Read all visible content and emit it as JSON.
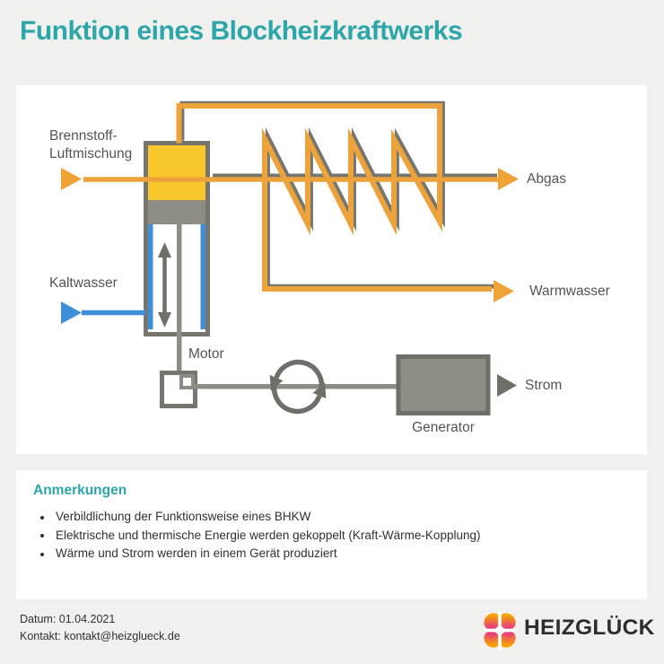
{
  "page": {
    "title": "Funktion eines Blockheizkraftwerks"
  },
  "colors": {
    "accent_teal": "#2CA6A9",
    "pipe_orange": "#EDA33C",
    "arrow_orange": "#F0A437",
    "engine_yellow": "#F7C72B",
    "water_blue": "#3E8ED8",
    "machine_gray": "#8D8C85",
    "outline_gray": "#76756E",
    "dark_gray": "#6F6E69",
    "label_gray": "#55544E",
    "logo_orange": "#F7A400",
    "logo_pink": "#D9327A",
    "panel_white": "#FFFFFF",
    "page_background": "#F0F0EE"
  },
  "diagram": {
    "labels": {
      "fuel_air_line1": "Brennstoff-",
      "fuel_air_line2": "Luftmischung",
      "cold_water": "Kaltwasser",
      "motor": "Motor",
      "generator": "Generator",
      "exhaust": "Abgas",
      "warm_water": "Warmwasser",
      "electricity": "Strom"
    },
    "icons": {
      "fuel_air_arrow": "right-triangle-orange",
      "exhaust_arrow": "right-triangle-orange",
      "warm_water_arrow": "right-triangle-orange",
      "cold_water_arrow": "right-triangle-blue",
      "electricity_arrow": "right-triangle-gray",
      "piston_motion_arrow": "vertical-double-arrow",
      "rotation_arrows": "counterclockwise-cycle"
    }
  },
  "notes": {
    "heading": "Anmerkungen",
    "items": [
      "Verbildlichung der Funktionsweise eines BHKW",
      "Elektrische und thermische Energie werden gekoppelt (Kraft-Wärme-Kopplung)",
      "Wärme und Strom werden in einem Gerät produziert"
    ]
  },
  "footer": {
    "date": "Datum: 01.04.2021",
    "contact": "Kontakt: kontakt@heizglueck.de",
    "brand": "HEIZGLÜCK"
  }
}
